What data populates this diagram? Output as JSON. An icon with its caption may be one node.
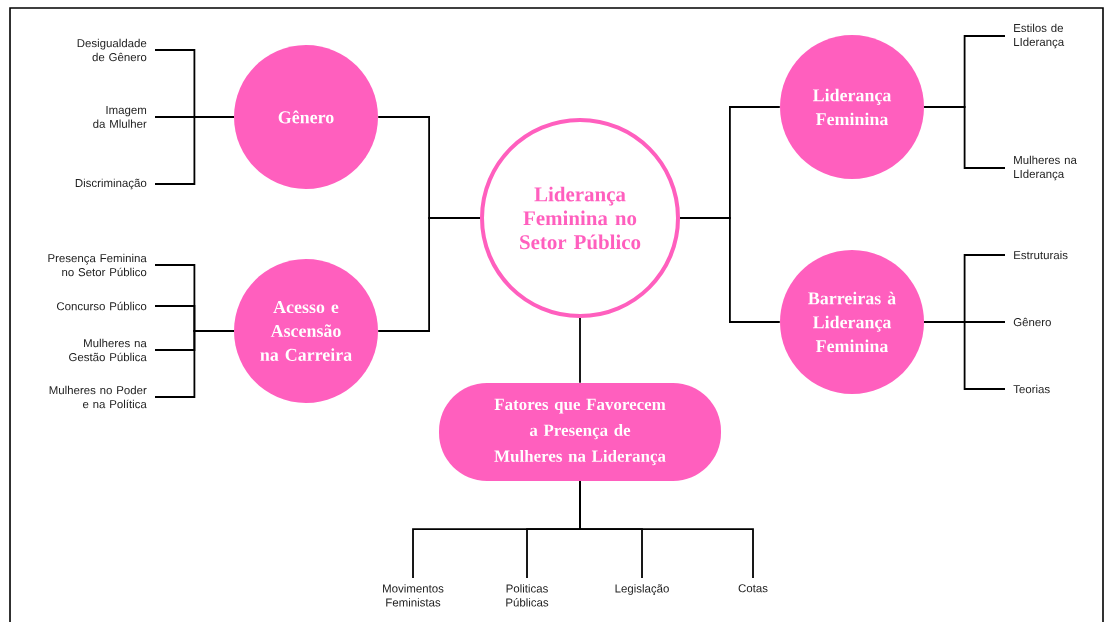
{
  "diagram": {
    "nodes": [
      {
        "text": [
          "Liderança Feminina no Setor Público"
        ]
      },
      {
        "text": [
          "Gênero"
        ]
      },
      {
        "text": [
          "Acesso e Ascensão na Carreira"
        ]
      },
      {
        "text": [
          "Liderança Feminina"
        ]
      },
      {
        "text": [
          "Barreiras à Liderança Feminina"
        ]
      },
      {
        "text": [
          "Fatores que Favorecem a Presença de Mulheres na Liderança"
        ]
      },
      {
        "text": [
          "Desigualdade de Gênero"
        ]
      },
      {
        "text": [
          "Imagem da Mlulher"
        ]
      },
      {
        "text": [
          "Discriminação"
        ]
      },
      {
        "text": [
          "Presença Feminina no Setor Público"
        ]
      },
      {
        "text": [
          "Concurso Público"
        ]
      },
      {
        "text": [
          "Mulheres na Gestão Pública"
        ]
      },
      {
        "text": [
          "Mulheres no Poder e na Política"
        ]
      },
      {
        "text": [
          "Estilos de LIderança"
        ]
      },
      {
        "text": [
          "Mulheres na LIderança"
        ]
      },
      {
        "text": [
          "Estruturais"
        ]
      },
      {
        "text": [
          "Gênero"
        ]
      },
      {
        "text": [
          "Teorias"
        ]
      },
      {
        "text": [
          "Movimentos Feministas"
        ]
      },
      {
        "text": [
          "Politicas Públicas"
        ]
      },
      {
        "text": [
          "Legislação"
        ]
      },
      {
        "text": [
          "Cotas"
        ]
      }
    ],
    "edges": [
      {
        "from": 0,
        "to": 1,
        "arrow": "none"
      },
      {
        "from": 0,
        "to": 2,
        "arrow": "none"
      },
      {
        "from": 0,
        "to": 3,
        "arrow": "none"
      },
      {
        "from": 0,
        "to": 4,
        "arrow": "none"
      },
      {
        "from": 0,
        "to": 5,
        "arrow": "none"
      },
      {
        "from": 1,
        "to": 6,
        "arrow": "none"
      },
      {
        "from": 1,
        "to": 7,
        "arrow": "none"
      },
      {
        "from": 1,
        "to": 8,
        "arrow": "none"
      },
      {
        "from": 2,
        "to": 9,
        "arrow": "none"
      },
      {
        "from": 2,
        "to": 10,
        "arrow": "none"
      },
      {
        "from": 2,
        "to": 11,
        "arrow": "none"
      },
      {
        "from": 2,
        "to": 12,
        "arrow": "none"
      },
      {
        "from": 3,
        "to": 13,
        "arrow": "none"
      },
      {
        "from": 3,
        "to": 14,
        "arrow": "none"
      },
      {
        "from": 4,
        "to": 15,
        "arrow": "none"
      },
      {
        "from": 4,
        "to": 16,
        "arrow": "none"
      },
      {
        "from": 4,
        "to": 17,
        "arrow": "none"
      },
      {
        "from": 5,
        "to": 18,
        "arrow": "none"
      },
      {
        "from": 5,
        "to": 19,
        "arrow": "none"
      },
      {
        "from": 5,
        "to": 20,
        "arrow": "none"
      },
      {
        "from": 5,
        "to": 21,
        "arrow": "none"
      }
    ]
  }
}
